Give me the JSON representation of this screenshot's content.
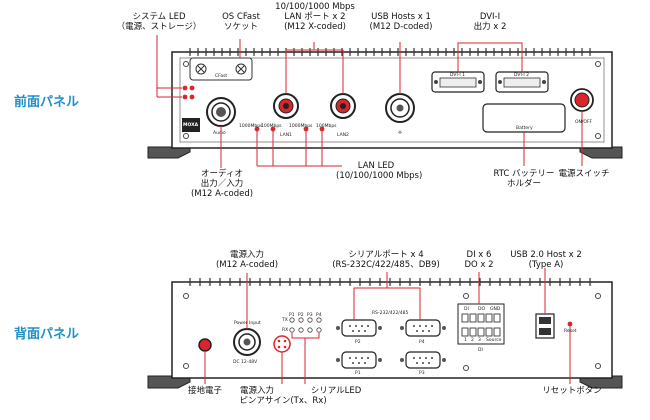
{
  "front": {
    "title": "前面パネル",
    "callouts": {
      "system_led": [
        "システム LED",
        "（電源、ストレージ）"
      ],
      "cfast": [
        "OS CFast",
        "ソケット"
      ],
      "lan_ports": [
        "10/100/1000 Mbps",
        "LAN ポート x 2",
        "(M12 X-coded)"
      ],
      "usb_hosts": [
        "USB Hosts x 1",
        "(M12 D-coded)"
      ],
      "dvi": [
        "DVI-I",
        "出力 x 2"
      ],
      "audio": [
        "オーディオ",
        "出力／入力",
        "(M12 A-coded)"
      ],
      "lan_led": [
        "LAN LED",
        "(10/100/1000 Mbps)"
      ],
      "rtc": [
        "RTC バッテリー",
        "ホルダー"
      ],
      "power_switch": "電源スイッチ"
    },
    "panel": {
      "logo": "MOXA",
      "cfast": "CFast",
      "audio": "Audio",
      "lan1_speed_a": "1000Mbps",
      "lan1_speed_b": "100Mbps",
      "lan1": "LAN1",
      "lan2_speed_a": "1000Mbps",
      "lan2_speed_b": "100Mbps",
      "lan2": "LAN2",
      "dvi1": "DVI-I 1",
      "dvi2": "DVI-I 2",
      "battery": "Battery",
      "onoff": "ON/OFF"
    }
  },
  "rear": {
    "title": "背面パネル",
    "callouts": {
      "power_input": [
        "電源入力",
        "(M12 A-coded)"
      ],
      "serial_ports": [
        "シリアルポート x 4",
        "(RS-232C/422/485、DB9)"
      ],
      "dio": [
        "DI x 6",
        "DO x 2"
      ],
      "usb2": [
        "USB 2.0 Host x 2",
        "(Type A)"
      ],
      "ground": "接地電子",
      "power_pinout": [
        "電源入力",
        "ピンアサイン(Tx、Rx)"
      ],
      "serial_led": "シリアルLED",
      "reset": "リセットボタン"
    },
    "panel": {
      "power_input": "Power Input",
      "dc": "DC 12-48V",
      "led_cols": [
        "P1",
        "P2",
        "P3",
        "P4"
      ],
      "led_rows": [
        "TX",
        "RX"
      ],
      "serial_header": "RS-232/422/485",
      "p1": "P1",
      "p2": "P2",
      "p3": "P3",
      "p4": "P4",
      "dio_labels": [
        "DI",
        "DO",
        "GND"
      ],
      "dio_bottom": [
        "1",
        "2",
        "3",
        "Source"
      ],
      "di_label": "DI",
      "reset": "Reset"
    }
  }
}
